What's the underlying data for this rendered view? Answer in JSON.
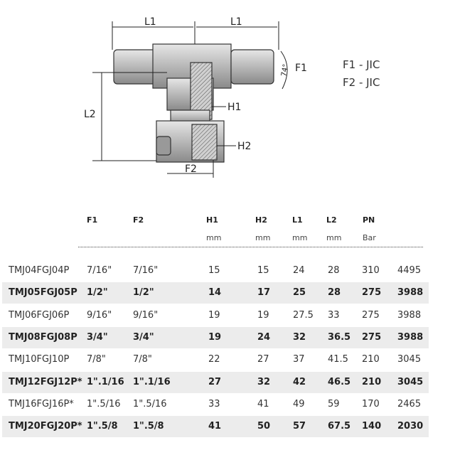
{
  "drawing": {
    "labels": {
      "l1_left": "L1",
      "l1_right": "L1",
      "f1": "F1",
      "angle": "74°",
      "h1": "H1",
      "l2": "L2",
      "h2": "H2",
      "f2": "F2"
    },
    "spec": [
      "F1 - JIC",
      "F2 - JIC"
    ]
  },
  "table": {
    "headers": [
      "F1",
      "F2",
      "H1",
      "H2",
      "L1",
      "L2",
      "PN"
    ],
    "units": [
      "mm",
      "mm",
      "mm",
      "mm",
      "Bar"
    ],
    "rows": [
      [
        "TMJ04FGJ04P",
        "7/16\"",
        "7/16\"",
        "15",
        "15",
        "24",
        "28",
        "310",
        "4495"
      ],
      [
        "TMJ05FGJ05P",
        "1/2\"",
        "1/2\"",
        "14",
        "17",
        "25",
        "28",
        "275",
        "3988"
      ],
      [
        "TMJ06FGJ06P",
        "9/16\"",
        "9/16\"",
        "19",
        "19",
        "27.5",
        "33",
        "275",
        "3988"
      ],
      [
        "TMJ08FGJ08P",
        "3/4\"",
        "3/4\"",
        "19",
        "24",
        "32",
        "36.5",
        "275",
        "3988"
      ],
      [
        "TMJ10FGJ10P",
        "7/8\"",
        "7/8\"",
        "22",
        "27",
        "37",
        "41.5",
        "210",
        "3045"
      ],
      [
        "TMJ12FGJ12P*",
        "1\".1/16",
        "1\".1/16",
        "27",
        "32",
        "42",
        "46.5",
        "210",
        "3045"
      ],
      [
        "TMJ16FGJ16P*",
        "1\".5/16",
        "1\".5/16",
        "33",
        "41",
        "49",
        "59",
        "170",
        "2465"
      ],
      [
        "TMJ20FGJ20P*",
        "1\".5/8",
        "1\".5/8",
        "41",
        "50",
        "57",
        "67.5",
        "140",
        "2030"
      ]
    ]
  }
}
